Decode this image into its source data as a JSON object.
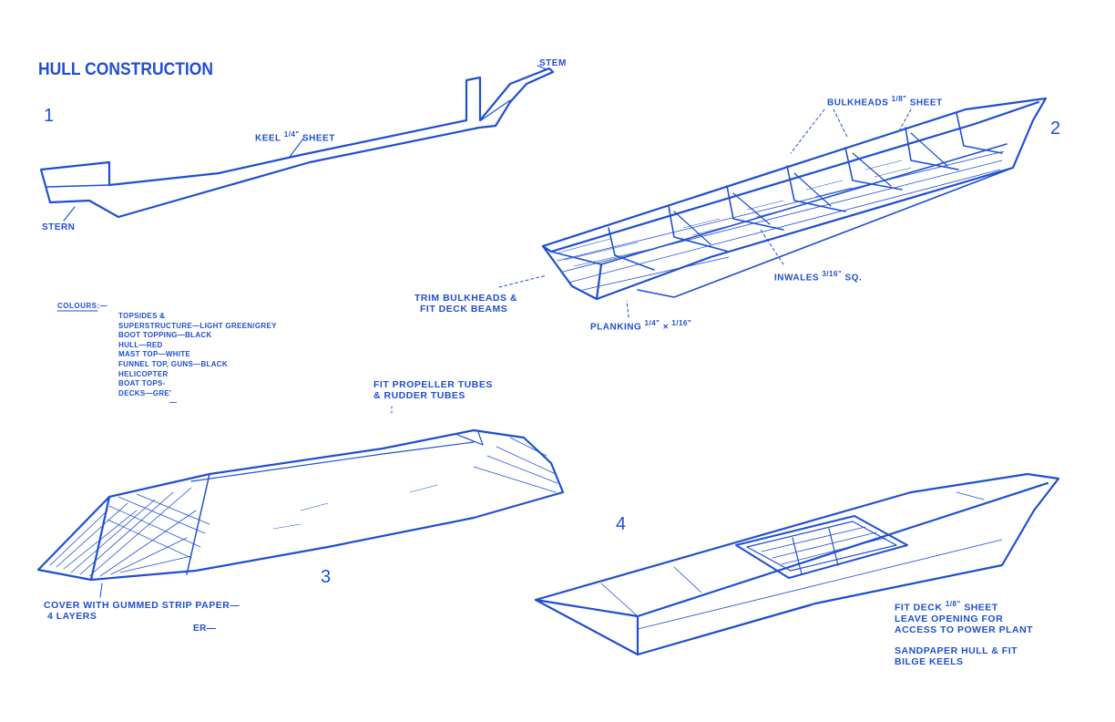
{
  "title": "HULL CONSTRUCTION",
  "colors": {
    "ink": "#1f4fd0",
    "paper": "#ffffff"
  },
  "step1": {
    "number": "1",
    "keel_label": "KEEL",
    "keel_fraction": "1/4\"",
    "keel_suffix": "SHEET",
    "stem": "STEM",
    "stern": "STERN"
  },
  "step2": {
    "number": "2",
    "bulkheads_label": "BULKHEADS",
    "bulkheads_fraction": "1/8\"",
    "bulkheads_suffix": "SHEET",
    "inwales_label": "INWALES",
    "inwales_fraction": "3/16\"",
    "inwales_suffix": "SQ.",
    "trim_line1": "TRIM BULKHEADS &",
    "trim_line2": "FIT DECK BEAMS",
    "planking_label": "PLANKING",
    "planking_fraction_a": "1/4\"",
    "planking_times": "×",
    "planking_fraction_b": "1/16\""
  },
  "colours": {
    "heading": "COLOURS:—",
    "lines": [
      "TOPSIDES &",
      "SUPERSTRUCTURE—LIGHT GREEN/GREY",
      "BOOT TOPPING—BLACK",
      "HULL—RED",
      "MAST TOP—WHITE",
      "FUNNEL TOP, GUNS—BLACK",
      "HELICOPTER",
      "BOAT TOPS-",
      "DECKS—GRE'",
      "—"
    ]
  },
  "step3": {
    "number": "3",
    "fit_line1": "FIT PROPELLER TUBES",
    "fit_line2": "& RUDDER TUBES",
    "cover_line1": "COVER WITH GUMMED STRIP PAPER—",
    "cover_line2": "4 LAYERS",
    "er": "ER—"
  },
  "step4": {
    "number": "4",
    "deck_line1_a": "FIT DECK",
    "deck_fraction": "1/8\"",
    "deck_line1_b": "SHEET",
    "deck_line2": "LEAVE OPENING FOR",
    "deck_line3": "ACCESS TO POWER PLANT",
    "sand_line1": "SANDPAPER HULL & FIT",
    "sand_line2": "BILGE KEELS"
  }
}
